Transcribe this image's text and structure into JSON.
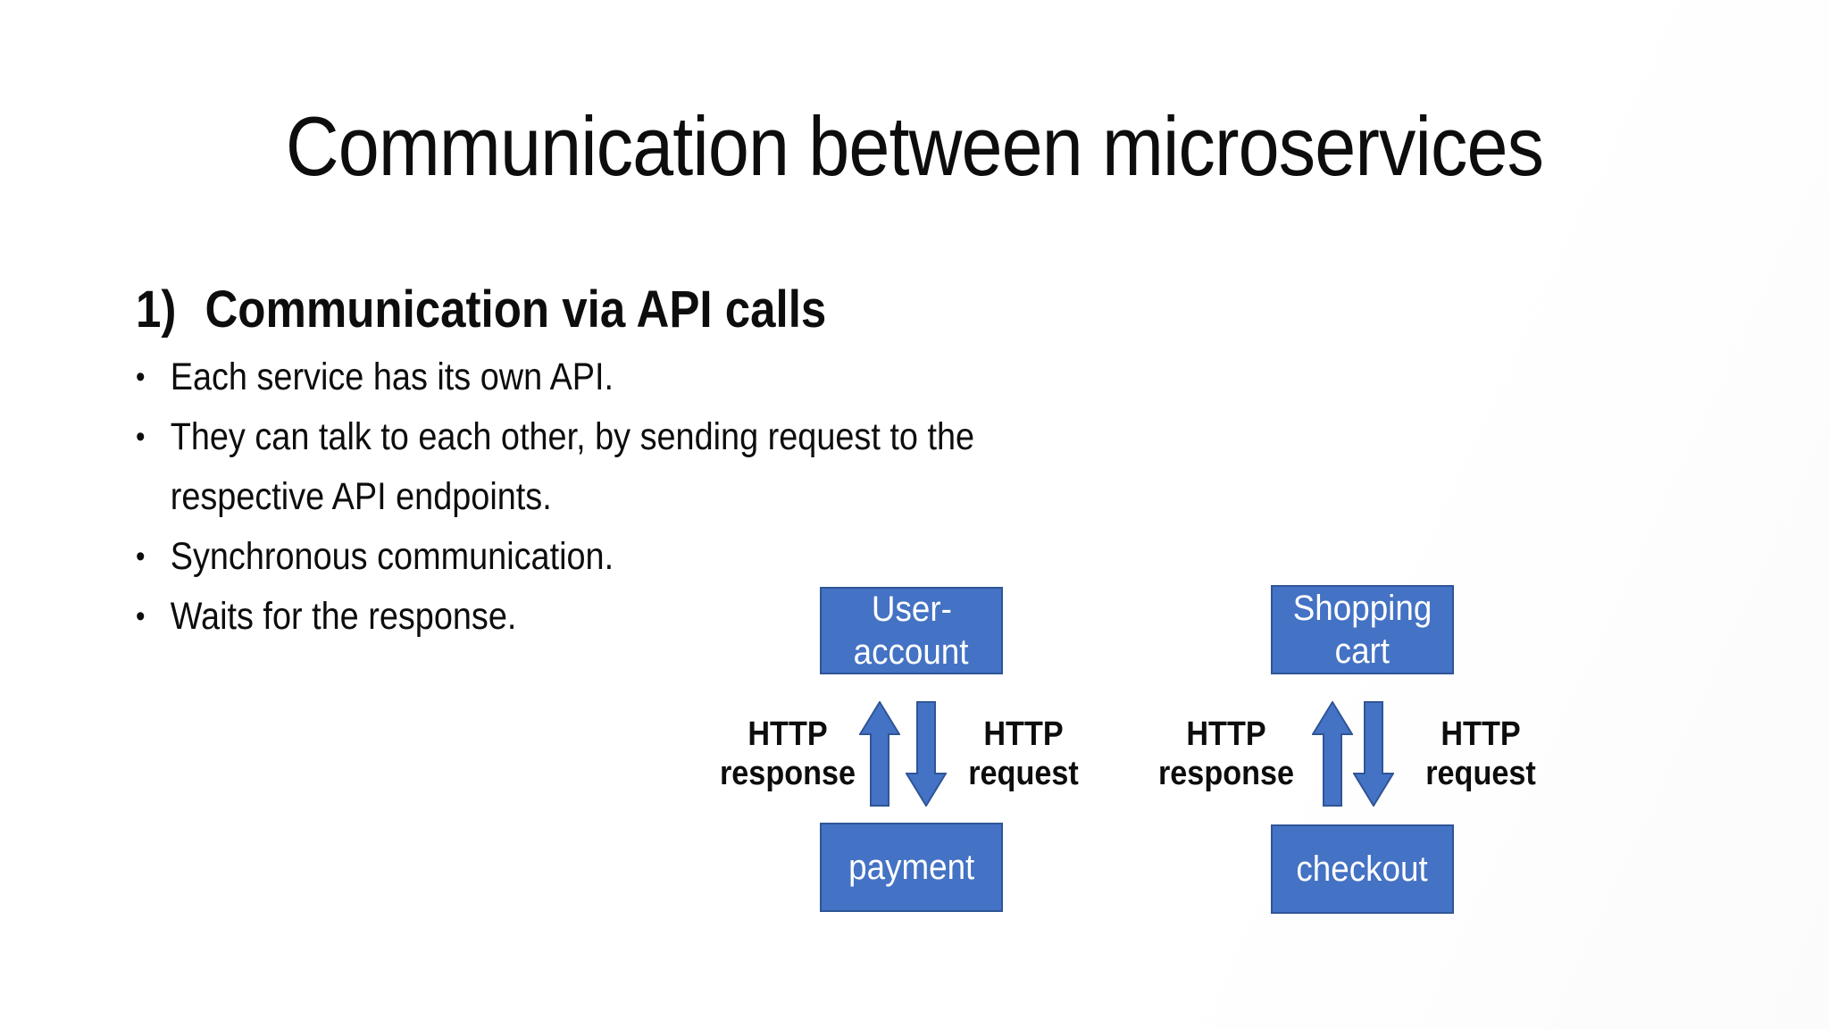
{
  "slide": {
    "title": "Communication between microservices",
    "section_heading": {
      "number": "1)",
      "text": "Communication via API calls"
    },
    "bullet_char": "•",
    "bullets": [
      {
        "lines": [
          "Each service has its own API."
        ]
      },
      {
        "lines": [
          "They can talk to each other, by sending request to the",
          "respective API endpoints."
        ]
      },
      {
        "lines": [
          "Synchronous communication."
        ]
      },
      {
        "lines": [
          "Waits for the response."
        ]
      }
    ]
  },
  "diagrams": [
    {
      "top_box": {
        "lines": [
          "User-",
          "account"
        ]
      },
      "bottom_box": {
        "lines": [
          "payment"
        ]
      },
      "left_arrow_direction": "up",
      "left_arrow_label": {
        "lines": [
          "HTTP",
          "response"
        ]
      },
      "right_arrow_direction": "down",
      "right_arrow_label": {
        "lines": [
          "HTTP",
          "request"
        ]
      }
    },
    {
      "top_box": {
        "lines": [
          "Shopping",
          "cart"
        ]
      },
      "bottom_box": {
        "lines": [
          "checkout"
        ]
      },
      "left_arrow_direction": "up",
      "left_arrow_label": {
        "lines": [
          "HTTP",
          "response"
        ]
      },
      "right_arrow_direction": "down",
      "right_arrow_label": {
        "lines": [
          "HTTP",
          "request"
        ]
      }
    }
  ],
  "colors": {
    "box_fill": "#4472c4",
    "box_border": "#2f5597",
    "arrow_fill": "#4472c4",
    "arrow_border": "#2f5597",
    "box_text": "#ffffff",
    "body_text": "#0d0d0d"
  }
}
